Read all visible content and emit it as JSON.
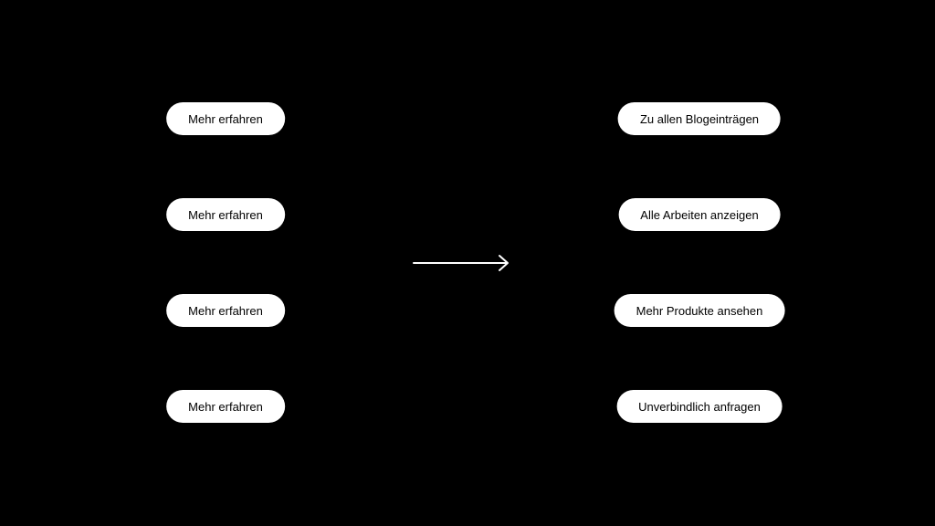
{
  "before_buttons": [
    {
      "label": "Mehr erfahren"
    },
    {
      "label": "Mehr erfahren"
    },
    {
      "label": "Mehr erfahren"
    },
    {
      "label": "Mehr erfahren"
    }
  ],
  "after_buttons": [
    {
      "label": "Zu allen Blogeinträgen"
    },
    {
      "label": "Alle Arbeiten anzeigen"
    },
    {
      "label": "Mehr Produkte ansehen"
    },
    {
      "label": "Unverbindlich anfragen"
    }
  ],
  "colors": {
    "background": "#000000",
    "button_fill": "#ffffff",
    "button_text": "#000000",
    "arrow": "#ffffff"
  },
  "icons": {
    "arrow": "arrow-right-icon"
  }
}
